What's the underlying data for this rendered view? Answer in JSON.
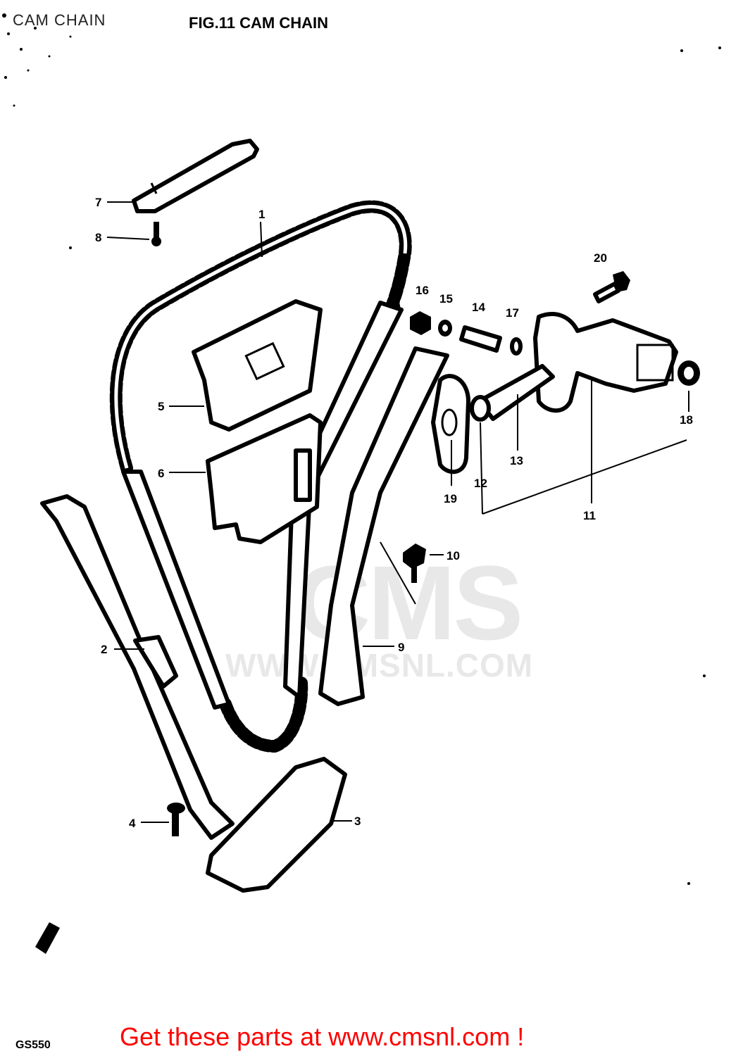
{
  "header": {
    "caption": "CAM CHAIN",
    "figure_title": "FIG.11   CAM CHAIN"
  },
  "watermark": {
    "logo": "CMS",
    "url": "WWW.CMSNL.COM"
  },
  "model_code": "GS550",
  "footer": {
    "link_text": "Get these parts at www.cmsnl.com !"
  },
  "callouts": [
    "1",
    "2",
    "3",
    "4",
    "5",
    "6",
    "7",
    "8",
    "9",
    "10",
    "11",
    "12",
    "13",
    "14",
    "15",
    "16",
    "17",
    "18",
    "19",
    "20"
  ],
  "colors": {
    "footer_link": "#ff0000",
    "line_art": "#000000",
    "watermark": "#e8e8e8"
  }
}
